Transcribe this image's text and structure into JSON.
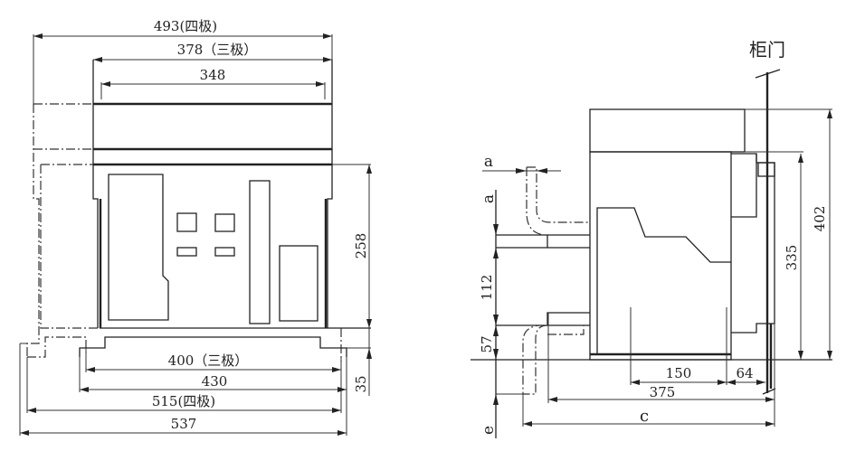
{
  "front_view": {
    "dims": {
      "w493": "493(四极)",
      "w378": "378（三极）",
      "w348": "348",
      "h258": "258",
      "h35": "35",
      "w400": "400（三极）",
      "w430": "430",
      "w515": "515(四极)",
      "w537": "537"
    }
  },
  "side_view": {
    "door_label": "柜门",
    "dims": {
      "a_top": "a",
      "a_side": "a",
      "h112": "112",
      "h57": "57",
      "e": "e",
      "h402": "402",
      "h335": "335",
      "w150": "150",
      "w64": "64",
      "w375": "375",
      "c": "c"
    }
  }
}
